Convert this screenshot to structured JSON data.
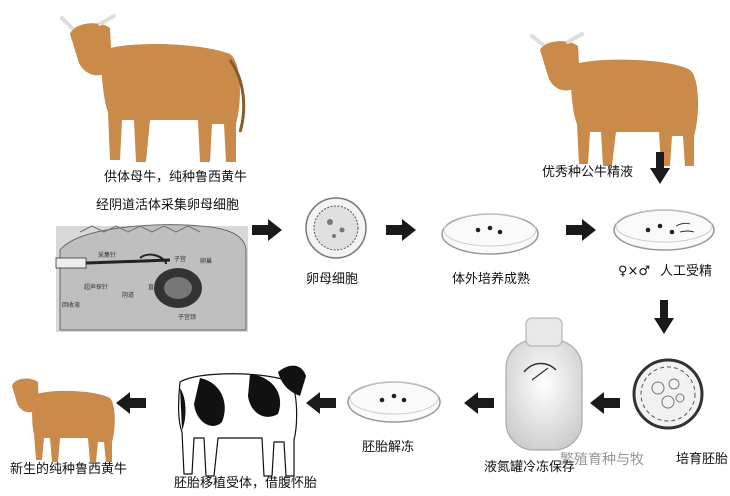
{
  "steps": {
    "donor_cow": "供体母牛，纯种鲁西黄牛",
    "oocyte_collection": "经阴道活体采集卵母细胞",
    "oocyte": "卵母细胞",
    "ivm": "体外培养成熟",
    "sire_semen": "优秀种公牛精液",
    "ivf": "人工受精",
    "ivf_symbols": "♀×♂",
    "embryo": "培育胚胎",
    "storage": "液氮罐冷冻保存",
    "thaw": "胚胎解冻",
    "transfer": "胚胎移植受体，借腹怀胎",
    "newborn": "新生的纯种鲁西黄牛"
  },
  "diagram_labels": {
    "probe_a": "采集针",
    "probe_b": "超声探针",
    "probe_c": "回收液",
    "uterus": "子宫",
    "ovary": "卵巢",
    "vagina": "阴道",
    "rectum": "直肠",
    "cervix": "子宫颈"
  },
  "watermark": "繁殖育种与牧",
  "colors": {
    "cow": "#c98a4a",
    "cow_dark": "#8a5a2b",
    "arrow": "#1a1a1a",
    "dish": "#9a9a9a",
    "holstein_black": "#111111"
  }
}
